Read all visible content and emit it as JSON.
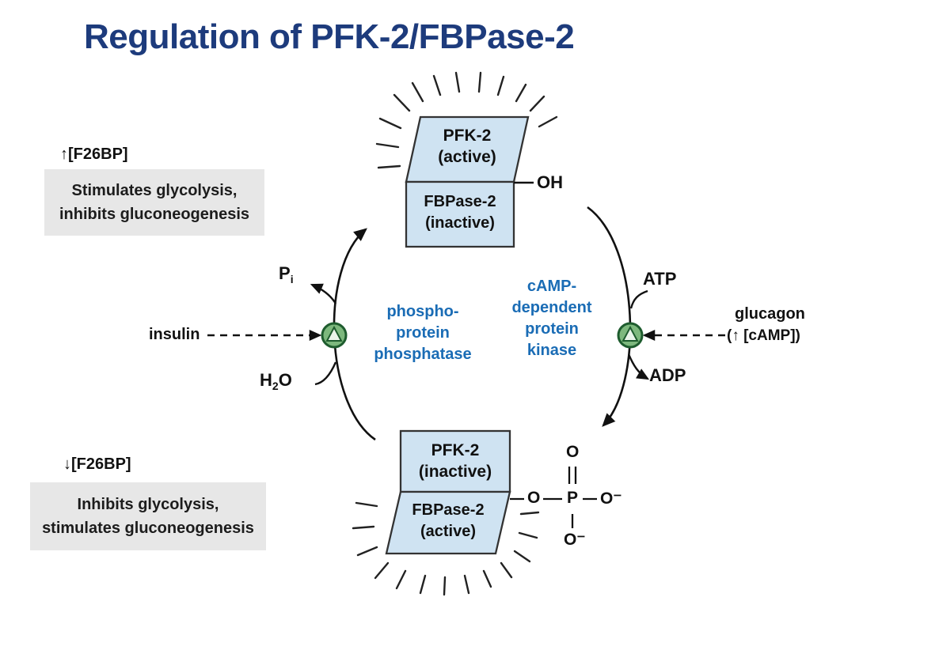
{
  "title": "Regulation of PFK-2/FBPase-2",
  "colors": {
    "title_blue": "#1d3b7c",
    "enzyme_text_blue": "#1a6cb5",
    "complex_fill": "#cfe3f2",
    "complex_border": "#333333",
    "note_background": "#e7e7e7",
    "enzyme_symbol_green": "#2e6b34"
  },
  "top_complex": {
    "subunit1_name": "PFK-2",
    "subunit1_state": "(active)",
    "subunit2_name": "FBPase-2",
    "subunit2_state": "(inactive)",
    "attached_group": "OH"
  },
  "bottom_complex": {
    "subunit1_name": "PFK-2",
    "subunit1_state": "(inactive)",
    "subunit2_name": "FBPase-2",
    "subunit2_state": "(active)",
    "phosphate_group": {
      "top_o": "O",
      "left_o": "O",
      "p": "P",
      "right_o": "O⁻",
      "bottom_o": "O⁻"
    }
  },
  "upper_note": {
    "marker": "↑[F26BP]",
    "line1": "Stimulates glycolysis,",
    "line2": "inhibits gluconeogenesis"
  },
  "lower_note": {
    "marker": "↓[F26BP]",
    "line1": "Inhibits glycolysis,",
    "line2": "stimulates gluconeogenesis"
  },
  "phosphatase_pathway": {
    "enzyme_lines": [
      "phospho-",
      "protein",
      "phosphatase"
    ],
    "signal": "insulin",
    "water_base": "H",
    "water_sub": "2",
    "water_rest": "O",
    "product_base": "P",
    "product_sub": "i"
  },
  "kinase_pathway": {
    "enzyme_lines": [
      "cAMP-",
      "dependent",
      "protein",
      "kinase"
    ],
    "signal": "glucagon",
    "signal_note": "(↑ [cAMP])",
    "substrate": "ATP",
    "product": "ADP"
  }
}
